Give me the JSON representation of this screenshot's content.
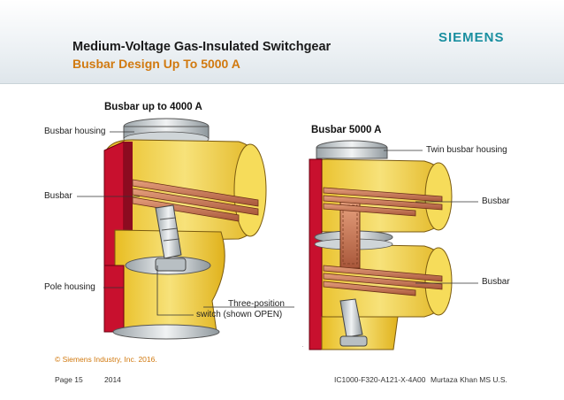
{
  "header": {
    "title": "Medium-Voltage Gas-Insulated Switchgear",
    "subtitle": "Busbar Design Up To 5000 A",
    "logo": "SIEMENS"
  },
  "diagram": {
    "left_heading": "Busbar up to 4000 A",
    "right_heading": "Busbar 5000 A",
    "labels": {
      "busbar_housing": "Busbar housing",
      "busbar_left": "Busbar",
      "pole_housing": "Pole housing",
      "three_position_line1": "Three-position",
      "three_position_line2": "switch (shown OPEN)",
      "twin_busbar_housing": "Twin busbar housing",
      "busbar_right_upper": "Busbar",
      "busbar_right_lower": "Busbar"
    }
  },
  "footer": {
    "copyright": "© Siemens Industry, Inc. 2016.",
    "page": "Page 15",
    "year": "2014",
    "doc_id": "IC1000-F320-A121-X-4A00",
    "author": "Murtaza Khan  MS U.S."
  },
  "colors": {
    "title": "#1a1a1a",
    "subtitle_accent": "#d1790f",
    "logo": "#1a8fa0",
    "housing_yellow": "#f2d23c",
    "housing_red": "#c8102e",
    "copper": "#c77a55"
  }
}
